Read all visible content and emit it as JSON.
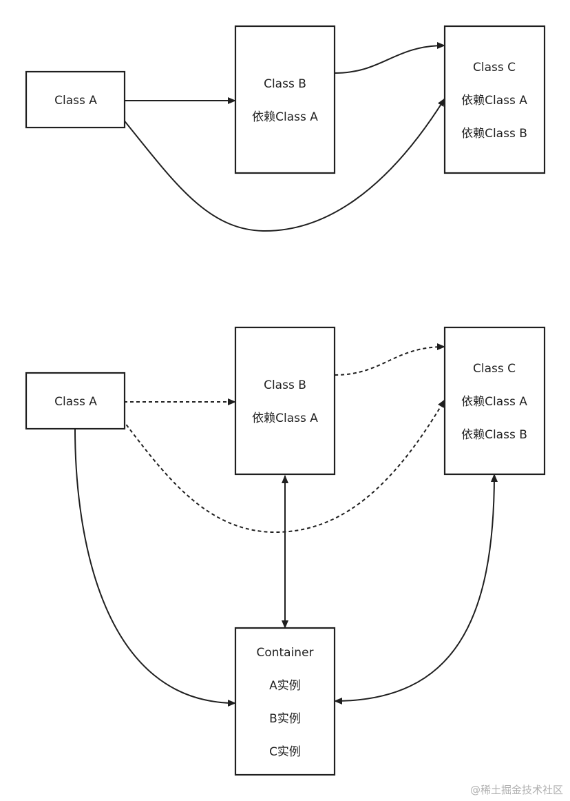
{
  "top_diagram": {
    "class_a": {
      "lines": [
        "Class A"
      ]
    },
    "class_b": {
      "lines": [
        "Class B",
        "依赖Class A"
      ]
    },
    "class_c": {
      "lines": [
        "Class C",
        "依赖Class A",
        "依赖Class B"
      ]
    }
  },
  "bottom_diagram": {
    "class_a": {
      "lines": [
        "Class A"
      ]
    },
    "class_b": {
      "lines": [
        "Class B",
        "依赖Class A"
      ]
    },
    "class_c": {
      "lines": [
        "Class C",
        "依赖Class A",
        "依赖Class B"
      ]
    },
    "container": {
      "lines": [
        "Container",
        "A实例",
        "B实例",
        "C实例"
      ]
    }
  },
  "watermark": "@稀土掘金技术社区",
  "colors": {
    "stroke": "#1f1f1f",
    "text": "#222222",
    "background": "#ffffff",
    "watermark": "#b0b0b0"
  }
}
